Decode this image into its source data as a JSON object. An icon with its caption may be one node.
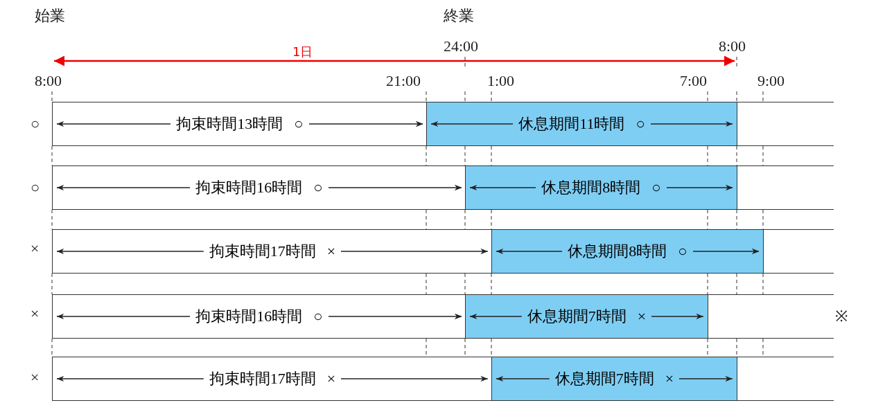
{
  "diagram": {
    "nodes": [
      {
        "text": [
          "拘束時間13時間",
          "○"
        ]
      },
      {
        "text": [
          "休息期間11時間",
          "○"
        ]
      },
      {
        "text": [
          "拘束時間16時間",
          "○"
        ]
      },
      {
        "text": [
          "休息期間8時間",
          "○"
        ]
      },
      {
        "text": [
          "拘束時間17時間",
          "×"
        ]
      },
      {
        "text": [
          "休息期間8時間",
          "○"
        ]
      },
      {
        "text": [
          "拘束時間16時間",
          "○"
        ]
      },
      {
        "text": [
          "休息期間7時間",
          "×"
        ]
      },
      {
        "text": [
          "拘束時間17時間",
          "×"
        ]
      },
      {
        "text": [
          "休息期間7時間",
          "×"
        ]
      }
    ],
    "edges": [],
    "labels": [
      "始業",
      "終業",
      "24:00",
      "8:00",
      "1日",
      "8:00",
      "21:00",
      "1:00",
      "7:00",
      "9:00",
      "○",
      "○",
      "×",
      "×",
      "×",
      "※"
    ]
  }
}
